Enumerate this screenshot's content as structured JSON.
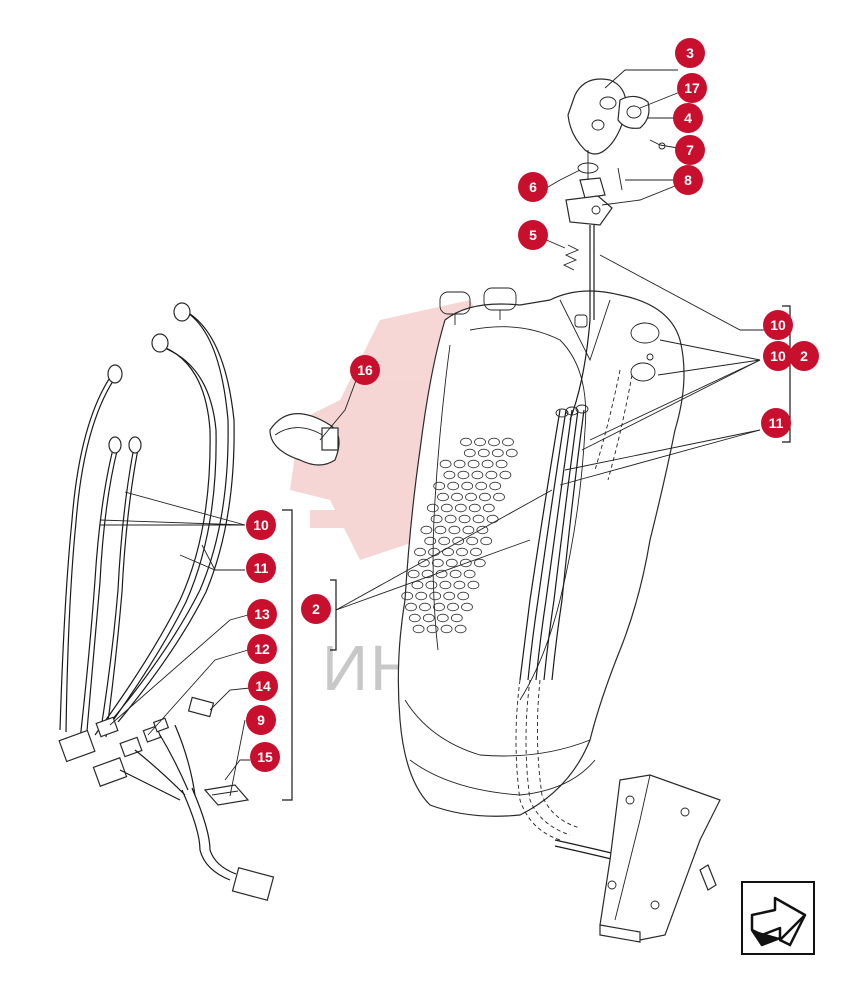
{
  "diagram": {
    "watermark": {
      "text": "ИНТЕХ",
      "logo_color": "#e88a8a"
    },
    "callout_color": "#c8102e",
    "callouts": [
      "3",
      "17",
      "4",
      "7",
      "6",
      "8",
      "5",
      "10",
      "10",
      "2",
      "11",
      "16",
      "10",
      "11",
      "2",
      "13",
      "12",
      "14",
      "9",
      "15"
    ],
    "navigation": {
      "icon": "arrow-right-icon"
    }
  }
}
